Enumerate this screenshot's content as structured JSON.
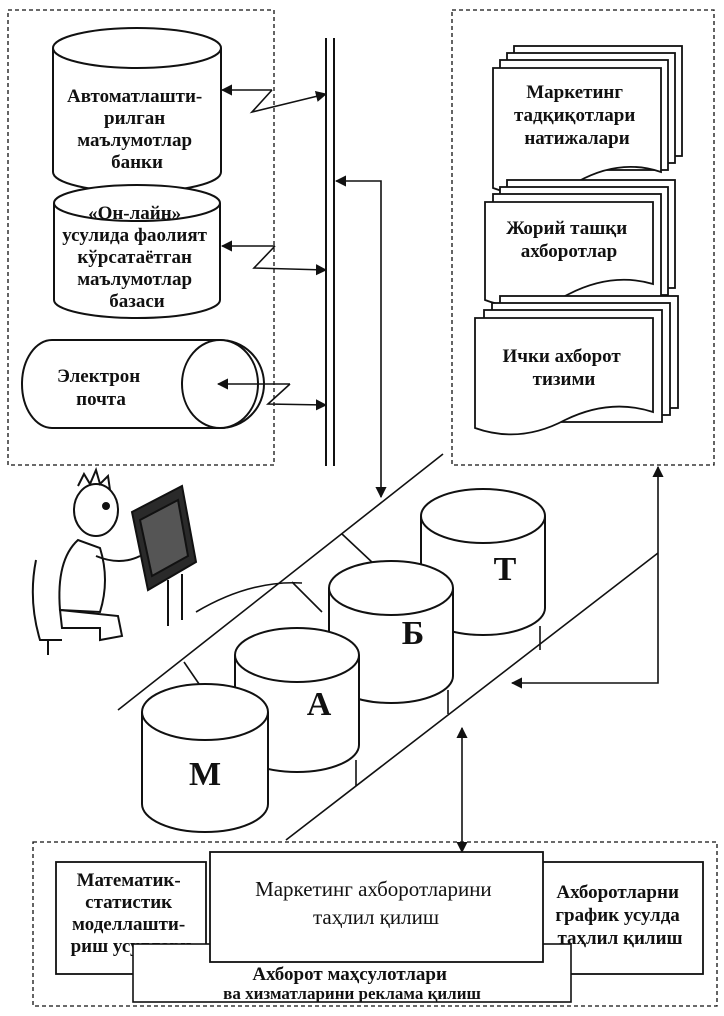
{
  "sources": {
    "bank": [
      "Автоматлашти-",
      "рилган",
      "маълумотлар",
      "банки"
    ],
    "online_db": [
      "«Он-лайн»",
      "усулида фаолият",
      "кўрсатаётган",
      "маълумотлар",
      "базаси"
    ],
    "email": [
      "Электрон",
      "почта"
    ]
  },
  "documents": {
    "research": [
      "Маркетинг",
      "тадқиқотлари",
      "натижалари"
    ],
    "external": [
      "Жорий ташқи",
      "ахборотлар"
    ],
    "internal": [
      "Ички ахборот",
      "тизими"
    ]
  },
  "warehouses": [
    "М",
    "А",
    "Б",
    "Т"
  ],
  "bottom": {
    "left": [
      "Математик-",
      "статистик",
      "моделлашти-",
      "риш усуллари"
    ],
    "center": [
      "Маркетинг ахборотларини",
      "таҳлил қилиш"
    ],
    "right": [
      "Ахборотларни",
      "график усулда",
      "таҳлил қилиш"
    ],
    "ad": [
      "Ахборот маҳсулотлари",
      "ва хизматларини реклама қилиш"
    ]
  }
}
